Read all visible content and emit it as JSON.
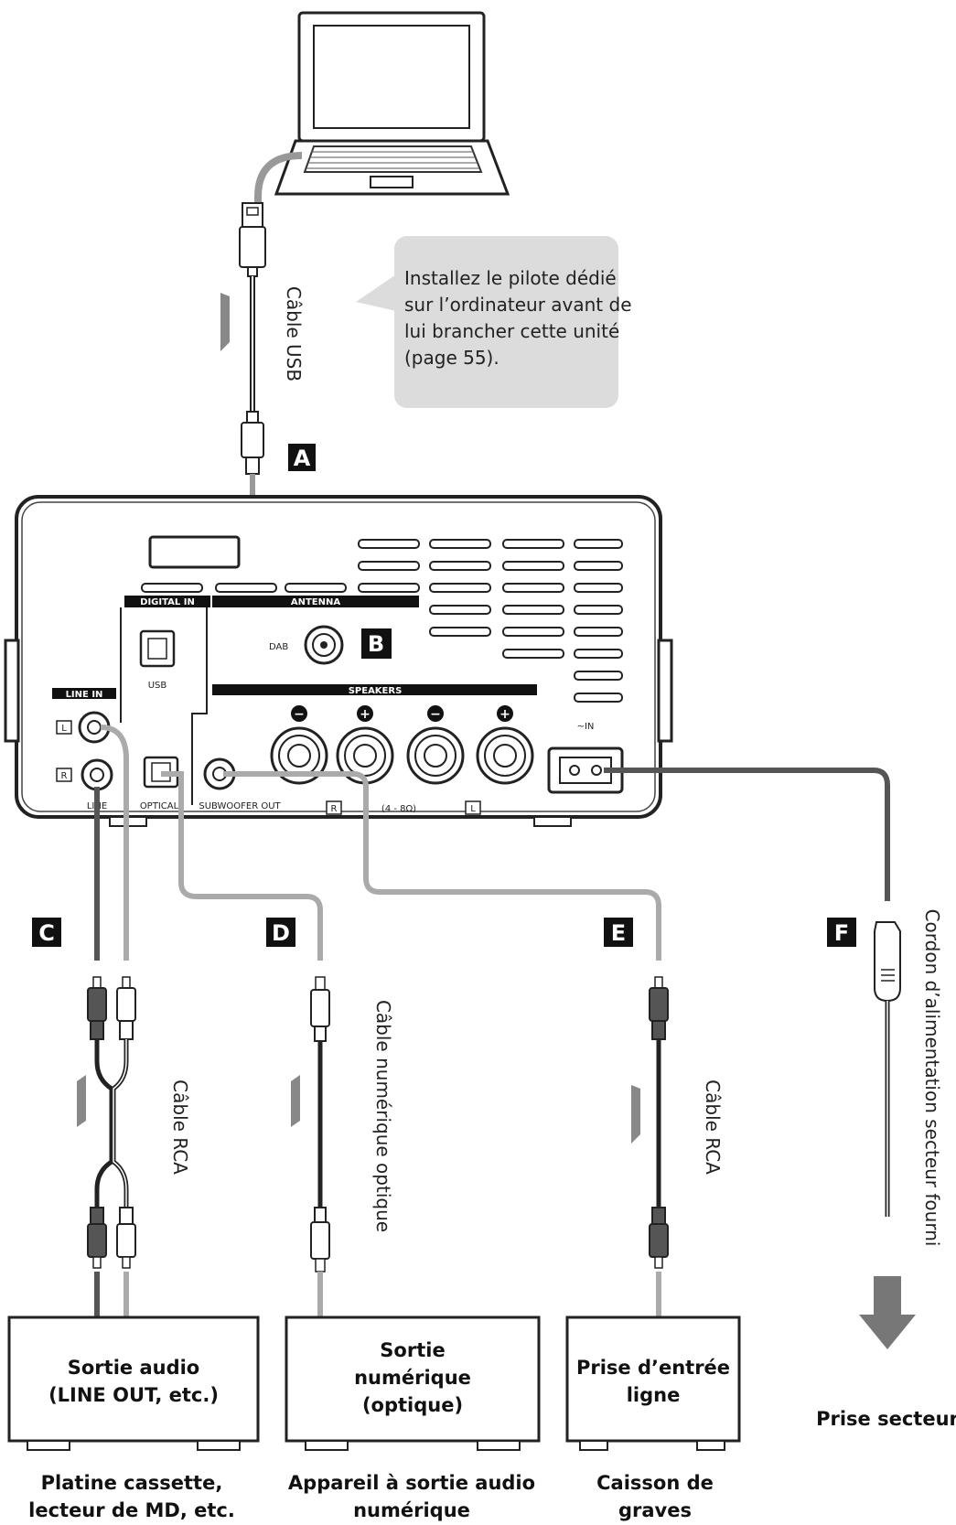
{
  "note": {
    "lines": [
      "Installez le pilote dédié",
      "sur l’ordinateur avant de",
      "lui brancher cette unité",
      "(page 55)."
    ]
  },
  "cables": {
    "usb": "Câble USB",
    "rca_left": "Câble RCA",
    "optical": "Câble numérique optique",
    "rca_right": "Câble RCA",
    "power": "Cordon d’alimentation secteur fourni"
  },
  "markers": {
    "a": "A",
    "b": "B",
    "c": "C",
    "d": "D",
    "e": "E",
    "f": "F"
  },
  "panel": {
    "digital_in": "DIGITAL IN",
    "antenna": "ANTENNA",
    "dab": "DAB",
    "usb": "USB",
    "line_in": "LINE IN",
    "l": "L",
    "r": "R",
    "line": "LINE",
    "optical": "OPTICAL",
    "subwoofer_out": "SUBWOOFER OUT",
    "speakers": "SPEAKERS",
    "minus": "−",
    "plus": "+",
    "spk_r": "R",
    "impedance": "(4 - 8Ω)",
    "spk_l": "L",
    "ac_in": "~IN"
  },
  "devices": {
    "audio_out": [
      "Sortie audio",
      "(LINE OUT, etc.)"
    ],
    "digital_out": [
      "Sortie",
      "numérique",
      "(optique)"
    ],
    "line_input": [
      "Prise d’entrée",
      "ligne"
    ],
    "outlet": "Prise secteur"
  },
  "captions": {
    "cassette": [
      "Platine cassette,",
      "lecteur de MD, etc."
    ],
    "digital_device": [
      "Appareil à sortie audio",
      "numérique"
    ],
    "subwoofer": [
      "Caisson de",
      "graves"
    ]
  },
  "colors": {
    "dark_cable": "#555555",
    "light_cable": "#aaaaaa",
    "arrow": "#888888",
    "note_bg": "#dcdcdc"
  }
}
